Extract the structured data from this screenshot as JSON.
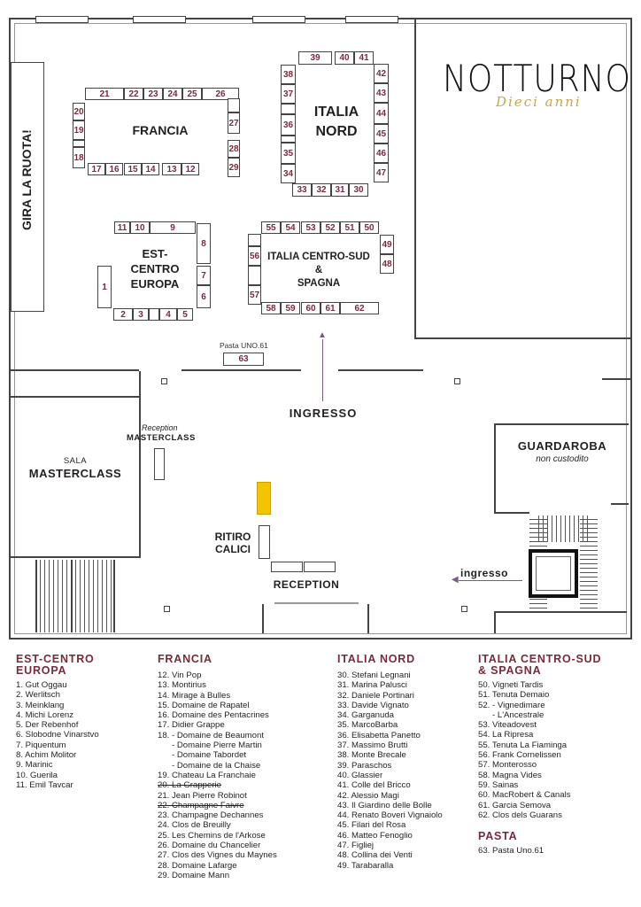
{
  "logo": {
    "name": "NOTTURNO",
    "tagline": "Dieci anni"
  },
  "zones": {
    "gira": "GIRA LA RUOTA!",
    "francia": "FRANCIA",
    "italia_nord_1": "ITALIA",
    "italia_nord_2": "NORD",
    "est_1": "EST-",
    "est_2": "CENTRO",
    "est_3": "EUROPA",
    "ics_1": "ITALIA CENTRO-SUD",
    "ics_2": "&",
    "ics_3": "SPAGNA",
    "pasta_label": "Pasta UNO.61",
    "ingresso_main": "INGRESSO",
    "reception_mc_1": "Reception",
    "reception_mc_2": "MASTERCLASS",
    "sala_1": "SALA",
    "sala_2": "MASTERCLASS",
    "guardaroba_1": "GUARDAROBA",
    "guardaroba_2": "non custodito",
    "ritiro_1": "RITIRO",
    "ritiro_2": "CALICI",
    "reception": "RECEPTION",
    "ingresso_side": "ingresso"
  },
  "stands": {
    "s1": "1",
    "s2": "2",
    "s3": "3",
    "s4": "4",
    "s5": "5",
    "s6": "6",
    "s7": "7",
    "s8": "8",
    "s9": "9",
    "s10": "10",
    "s11": "11",
    "s12": "12",
    "s13": "13",
    "s14": "14",
    "s15": "15",
    "s16": "16",
    "s17": "17",
    "s18": "18",
    "s19": "19",
    "s20": "20",
    "s21": "21",
    "s22": "22",
    "s23": "23",
    "s24": "24",
    "s25": "25",
    "s26": "26",
    "s27": "27",
    "s28": "28",
    "s29": "29",
    "s30": "30",
    "s31": "31",
    "s32": "32",
    "s33": "33",
    "s34": "34",
    "s35": "35",
    "s36": "36",
    "s37": "37",
    "s38": "38",
    "s39": "39",
    "s40": "40",
    "s41": "41",
    "s42": "42",
    "s43": "43",
    "s44": "44",
    "s45": "45",
    "s46": "46",
    "s47": "47",
    "s48": "48",
    "s49": "49",
    "s50": "50",
    "s51": "51",
    "s52": "52",
    "s53": "53",
    "s54": "54",
    "s55": "55",
    "s56": "56",
    "s57": "57",
    "s58": "58",
    "s59": "59",
    "s60": "60",
    "s61": "61",
    "s62": "62",
    "s63": "63"
  },
  "legend": {
    "est": {
      "title_1": "EST-CENTRO",
      "title_2": "EUROPA",
      "items": [
        "1. Gut Oggau",
        "2. Werlitsch",
        "3. Meinklang",
        "4. Michi Lorenz",
        "5. Der Rebenhof",
        "6. Slobodne Vinarstvo",
        "7. Piquentum",
        "8. Achim Molitor",
        "9. Marinic",
        "10. Guerila",
        "11. Emil Tavcar"
      ]
    },
    "francia": {
      "title": "FRANCIA",
      "items": [
        "12. Vin Pop",
        "13. Montirius",
        "14. Mirage à Bulles",
        "15. Domaine de Rapatel",
        "16. Domaine des Pentacrines",
        "17. Didier Grappe",
        "18. - Domaine de Beaumont",
        "- Domaine Pierre Martin",
        "- Domaine Tabordet",
        "- Domaine de la Chaise",
        "19. Chateau La Franchaie",
        "20. La Grapperie",
        "21. Jean Pierre Robinot",
        "22. Champagne Faivre",
        "23. Champagne Dechannes",
        "24. Clos de Breuilly",
        "25. Les Chemins de l'Arkose",
        "26. Domaine du Chancelier",
        "27. Clos des Vignes du Maynes",
        "28. Domaine Lafarge",
        "29. Domaine Mann"
      ]
    },
    "nord": {
      "title": "ITALIA NORD",
      "items": [
        "30. Stefani Legnani",
        "31. Marina Palusci",
        "32. Daniele Portinari",
        "33. Davide Vignato",
        "34. Garganuda",
        "35. MarcoBarba",
        "36. Elisabetta Panetto",
        "37. Massimo Brutti",
        "38. Monte Brecale",
        "39. Paraschos",
        "40. Glassier",
        "41. Colle del Bricco",
        "42. Alessio Magi",
        "43. Il Giardino delle Bolle",
        "44. Renato Boveri Vignaiolo",
        "45. Filari del Rosa",
        "46. Matteo Fenoglio",
        "47. Figliej",
        "48. Collina dei Venti",
        "49. Tarabaralla"
      ]
    },
    "sud": {
      "title_1": "ITALIA CENTRO-SUD",
      "title_2": "& SPAGNA",
      "items": [
        "50. Vigneti Tardis",
        "51. Tenuta Demaio",
        "52. - Vignedimare",
        "- L'Ancestrale",
        "53. Viteadovest",
        "54. La Ripresa",
        "55. Tenuta La Fiaminga",
        "56. Frank Cornelissen",
        "57. Monterosso",
        "58. Magna Vides",
        "59. Sainas",
        "60. MacRobert & Canals",
        "61. Garcia Semova",
        "62. Clos dels Guarans"
      ]
    },
    "pasta": {
      "title": "PASTA",
      "items": [
        "63. Pasta Uno.61"
      ]
    }
  }
}
